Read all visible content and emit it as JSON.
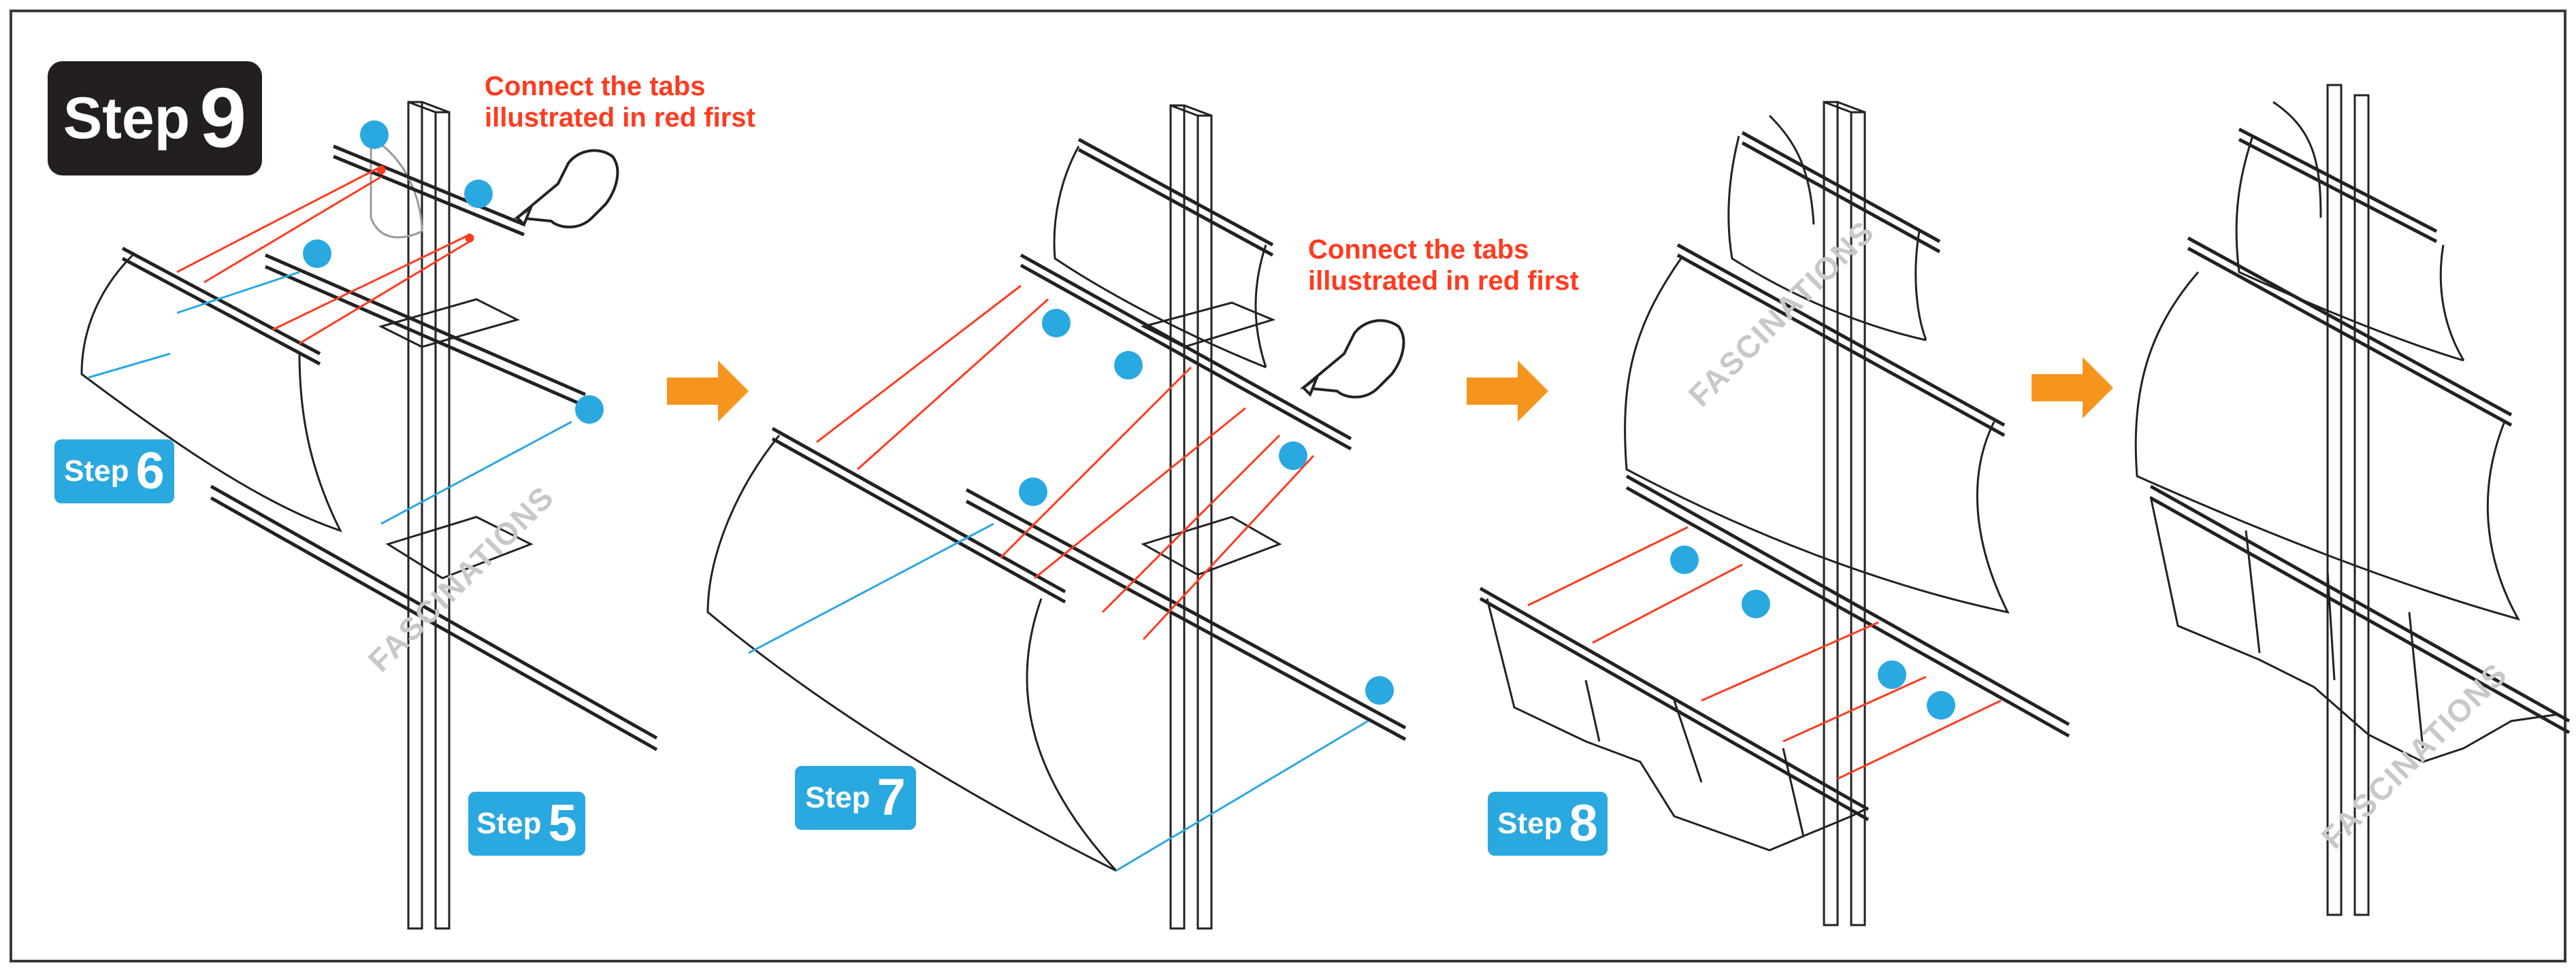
{
  "header": {
    "step_word": "Step",
    "step_number": "9"
  },
  "notes": {
    "panel1": "Connect the tabs\nillustrated in red first",
    "panel2": "Connect the tabs\nillustrated in red first"
  },
  "substeps": {
    "s5": {
      "word": "Step",
      "number": "5"
    },
    "s6": {
      "word": "Step",
      "number": "6"
    },
    "s7": {
      "word": "Step",
      "number": "7"
    },
    "s8": {
      "word": "Step",
      "number": "8"
    }
  },
  "watermark": "FASCINATIONS",
  "colors": {
    "accent_blue": "#2aa8e0",
    "arrow_orange": "#f7941d",
    "note_red": "#ff3b1f",
    "title_bg": "#231f20"
  },
  "icons": [
    "pointing-hand-icon",
    "right-arrow-icon",
    "blue-dot-icon"
  ]
}
